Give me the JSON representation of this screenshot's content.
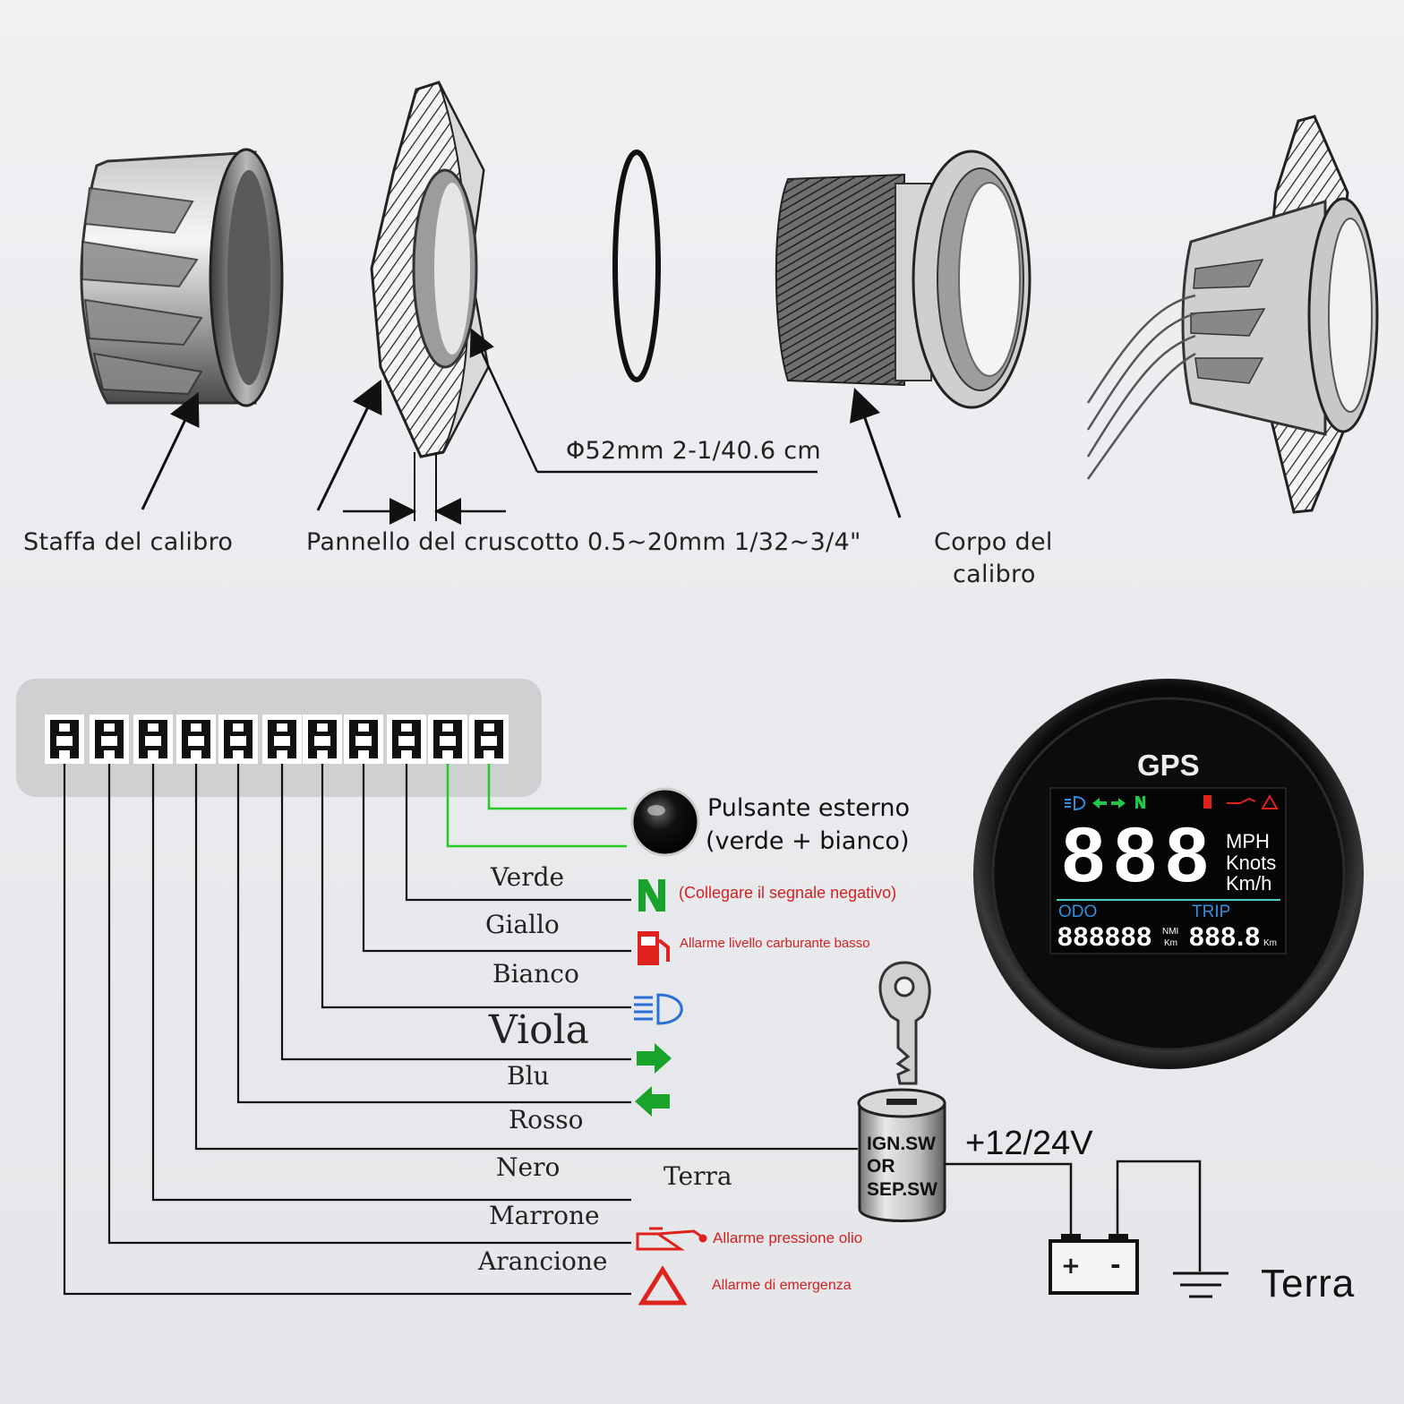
{
  "top": {
    "bracket_label": "Staffa del calibro",
    "panel_label": "Pannello del cruscotto 0.5~20mm 1/32~3/4\"",
    "hole_label": "Φ52mm 2-1/40.6 cm",
    "body_label": [
      "Corpo del",
      "calibro"
    ]
  },
  "wires": [
    {
      "name": "Verde",
      "function": "(Collegare il segnale negativo)",
      "icon": "neutral-n-icon",
      "color": "#1aa32a"
    },
    {
      "name": "Giallo",
      "function": "Allarme livello carburante basso",
      "icon": "fuel-pump-icon",
      "color": "#e0221f"
    },
    {
      "name": "Bianco",
      "function": "",
      "icon": "headlight-high-beam-icon",
      "color": "#2a6fd6"
    },
    {
      "name": "Viola",
      "function": "",
      "icon": "arrow-right-icon",
      "color": "#1aa32a"
    },
    {
      "name": "Blu",
      "function": "",
      "icon": "arrow-left-icon",
      "color": "#1aa32a"
    },
    {
      "name": "Rosso",
      "function": "",
      "icon": "",
      "color": ""
    },
    {
      "name": "Nero",
      "function": "Terra",
      "icon": "",
      "color": ""
    },
    {
      "name": "Marrone",
      "function": "Allarme pressione olio",
      "icon": "oil-can-icon",
      "color": "#e0221f"
    },
    {
      "name": "Arancione",
      "function": "Allarme di emergenza",
      "icon": "warning-triangle-icon",
      "color": "#e0221f"
    }
  ],
  "button": {
    "line1": "Pulsante esterno",
    "line2": "(verde + bianco)",
    "wire_color": "#22cc22"
  },
  "switch": {
    "line1": "IGN.SW",
    "line2": "OR",
    "line3": "SEP.SW"
  },
  "power": {
    "voltage": "+12/24V",
    "battery_plus": "+",
    "battery_minus": "-",
    "ground_label": "Terra"
  },
  "gauge": {
    "title": "GPS",
    "speed_digits": "888",
    "units": [
      "MPH",
      "Knots",
      "Km/h"
    ],
    "odo_label": "ODO",
    "odo_value": "888888",
    "odo_units": [
      "NMI",
      "Km"
    ],
    "trip_label": "TRIP",
    "trip_value": "888.8",
    "trip_unit": "Km",
    "lcd_accent": "#2f8fe0",
    "lcd_teal": "#4fd1c5"
  }
}
